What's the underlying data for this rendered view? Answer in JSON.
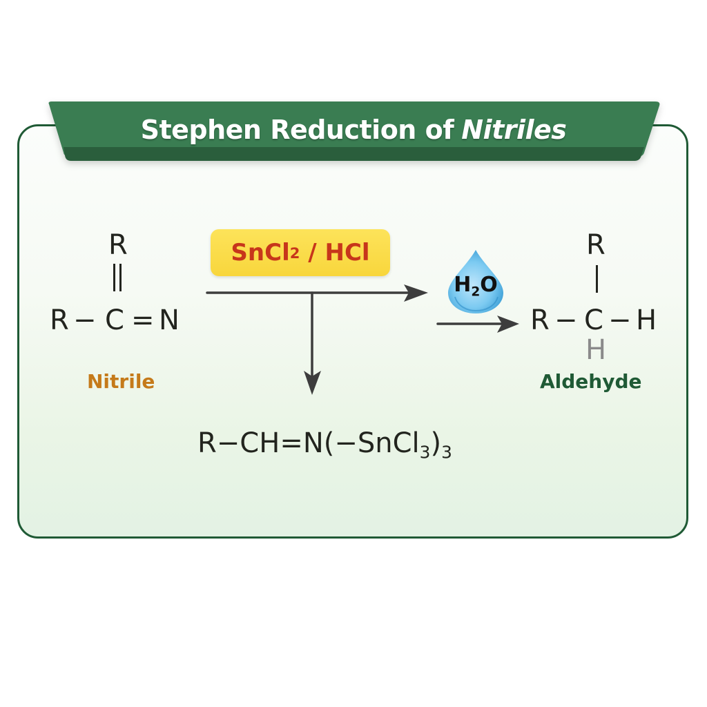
{
  "title": {
    "text_main": "Stephen Reduction of",
    "text_italic": "Nitriles",
    "banner_color": "#3a7d52",
    "banner_shadow_color": "#2a5e3c",
    "border_color": "#1f5a35"
  },
  "reactant": {
    "top_atom": "R",
    "bond_top": "double",
    "left_atom": "R",
    "center_atom": "C",
    "right_atom": "N",
    "bond_left": "−",
    "bond_right": "=",
    "label": "Nitrile",
    "label_color": "#c57a1a"
  },
  "reagent": {
    "text_prefix": "SnCl",
    "text_sub": "2",
    "text_suffix": " / HCl",
    "bg_color": "#fbdd4b",
    "text_color": "#c7361b"
  },
  "intermediate": {
    "text_main": "R−CH=N(−SnCl",
    "sub1": "3",
    "paren": ")",
    "sub2": "3"
  },
  "water": {
    "text_prefix": "H",
    "text_sub": "2",
    "text_suffix": "O",
    "icon": "water-drop-icon",
    "color": "#5bb8e8"
  },
  "product": {
    "top_atom": "R",
    "left_atom": "R",
    "center_atom": "C",
    "right_atom": "H",
    "bottom_atom": "H",
    "bond_left": "−",
    "bond_right": "−",
    "label": "Aldehyde",
    "label_color": "#1f5a35",
    "bottom_atom_color": "#8a8a8a"
  }
}
